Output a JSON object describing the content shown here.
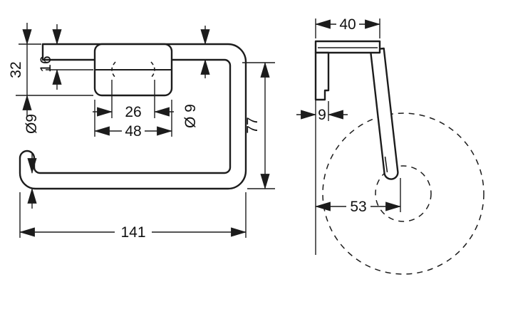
{
  "drawing": {
    "kind": "technical-dimension-drawing",
    "colors": {
      "line": "#1c1c1c",
      "background": "#ffffff"
    },
    "views": {
      "front": {
        "dim_total_width": "141",
        "dim_plate_outer_width": "48",
        "dim_hole_spacing": "26",
        "dim_plate_height": "32",
        "dim_plate_top_section": "16",
        "dim_bar_diameter_left": "Ø9",
        "dim_bar_diameter_right": "Ø 9",
        "dim_total_height": "77"
      },
      "side": {
        "dim_depth": "40",
        "dim_wall_plate_thickness": "9",
        "dim_roll_center_offset": "53"
      }
    }
  }
}
